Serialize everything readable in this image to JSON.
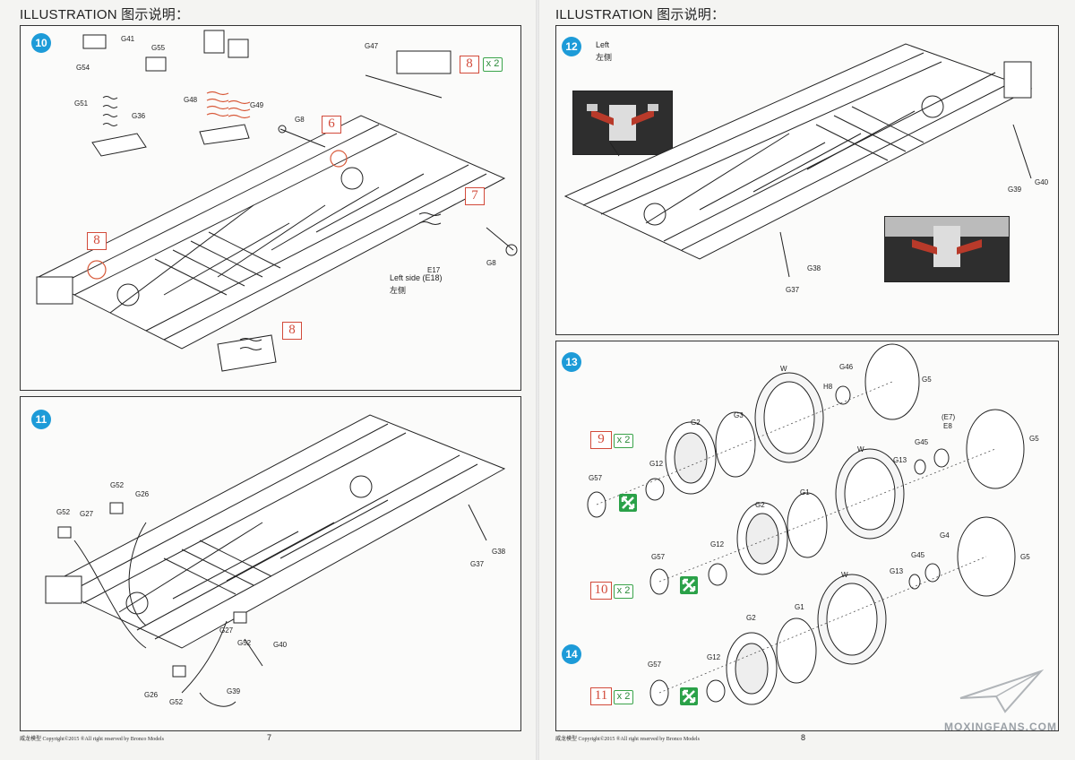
{
  "page_left": {
    "header": "ILLUSTRATION 图示说明：",
    "footer": "威龙模型  Copyright©2015  ®All right reserved by Bronco Models",
    "page_number": "7",
    "step10": {
      "number": "10",
      "redboxes": [
        "8",
        "6",
        "7",
        "8",
        "8"
      ],
      "multiplier": "x 2",
      "labels": [
        "G41",
        "G54",
        "G55",
        "G51",
        "G36",
        "G48",
        "G49",
        "G47",
        "G8",
        "G8",
        "E17"
      ],
      "side_text_en": "Left side (E18)",
      "side_text_cn": "左侧"
    },
    "step11": {
      "number": "11",
      "labels": [
        "G52",
        "G26",
        "G52",
        "G27",
        "G38",
        "G37",
        "G27",
        "G52",
        "G40",
        "G26",
        "G52",
        "G39"
      ]
    }
  },
  "page_right": {
    "header": "ILLUSTRATION 图示说明：",
    "footer": "威龙模型  Copyright©2015  ®All right reserved by Bronco Models",
    "page_number": "8",
    "step12": {
      "number": "12",
      "left_en": "Left",
      "left_cn": "左侧",
      "labels": [
        "G39",
        "G40",
        "G38",
        "G37"
      ]
    },
    "step13": {
      "number": "13",
      "labels": [
        "W",
        "G46",
        "H8",
        "G5",
        "G2",
        "G3",
        "G57",
        "G12",
        "W",
        "(E7)",
        "E8",
        "G45",
        "G13",
        "G5",
        "G2",
        "G1",
        "G57",
        "G12",
        "W",
        "G45",
        "G4",
        "G5",
        "G13"
      ],
      "redboxes": [
        "9",
        "10"
      ],
      "multiplier": "x 2"
    },
    "step14": {
      "number": "14",
      "labels": [
        "G2",
        "G1",
        "G57",
        "G12"
      ],
      "redbox": "11",
      "multiplier": "x 2"
    },
    "watermark": "MOXINGFANS.COM"
  },
  "colors": {
    "step_blue": "#1d9bd8",
    "red": "#d24a3a",
    "green": "#2aa148"
  }
}
